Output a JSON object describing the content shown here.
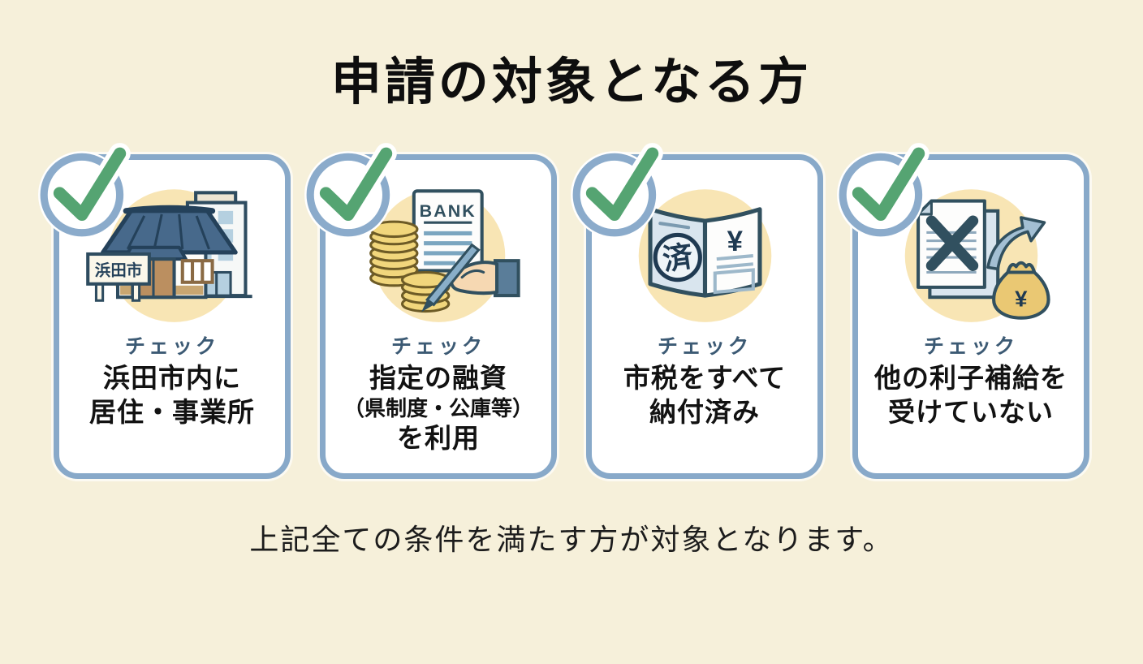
{
  "title": "申請の対象となる方",
  "footer": "上記全ての条件を満たす方が対象となります。",
  "colors": {
    "background": "#f6f0da",
    "card_border": "#88a9c9",
    "check_green": "#55a472",
    "label_blue": "#3c5a74",
    "illustration_circle": "#f8e5b4"
  },
  "cards": [
    {
      "name": "residence",
      "icon": "city-buildings-icon",
      "sign_text": "浜田市",
      "check_label": "チェック",
      "lines": [
        "浜田市内に",
        "居住・事業所"
      ]
    },
    {
      "name": "loan",
      "icon": "bank-loan-signing-icon",
      "bank_label": "BANK",
      "check_label": "チェック",
      "lines": [
        "指定の融資",
        "（県制度・公庫等）",
        "を利用"
      ]
    },
    {
      "name": "tax-paid",
      "icon": "tax-passbook-icon",
      "stamp_text": "済",
      "yen_symbol": "¥",
      "check_label": "チェック",
      "lines": [
        "市税をすべて",
        "納付済み"
      ]
    },
    {
      "name": "no-other-subsidy",
      "icon": "rejected-docs-moneybag-icon",
      "yen_symbol": "¥",
      "check_label": "チェック",
      "lines": [
        "他の利子補給を",
        "受けていない"
      ]
    }
  ]
}
